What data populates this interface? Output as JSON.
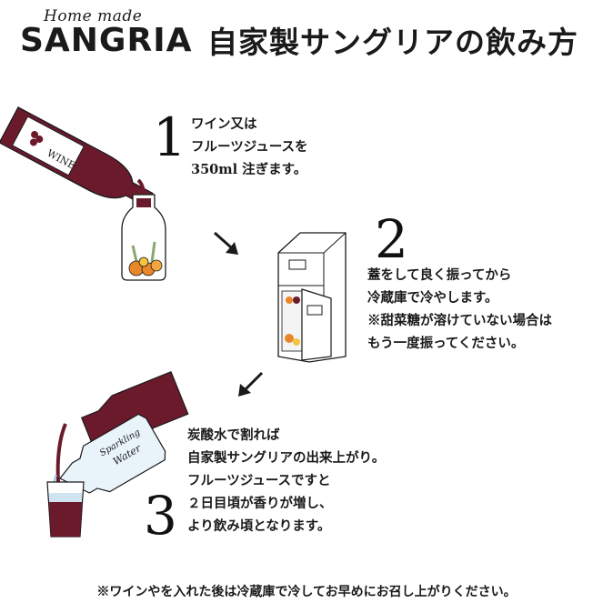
{
  "header": {
    "brand_small": "Home made",
    "brand_big": "SANGRIA",
    "title": "自家製サングリアの飲み方"
  },
  "steps": [
    {
      "number": "1",
      "lines": [
        "ワイン又は",
        "フルーツジュースを",
        "350ml 注ぎます。"
      ]
    },
    {
      "number": "2",
      "lines": [
        "蓋をして良く振ってから",
        "冷蔵庫で冷やします。",
        "※甜菜糖が溶けていない場合は",
        "もう一度振ってください。"
      ]
    },
    {
      "number": "3",
      "lines": [
        "炭酸水で割れば",
        "自家製サングリアの出来上がり。",
        "フルーツジュースですと",
        "２日目頃が香りが増し、",
        "より飲み頃となります。"
      ]
    }
  ],
  "illustrations": {
    "wine_label": "WINE",
    "sparkling_label_1": "Sparkling",
    "sparkling_label_2": "Water"
  },
  "footnote": "※ワインやを入れた後は冷蔵庫で冷してお早めにお召し上がりください。",
  "colors": {
    "wine": "#6b1a2c",
    "orange": "#e8862a",
    "ink": "#1a1a1a",
    "water": "#cfe3f0"
  }
}
